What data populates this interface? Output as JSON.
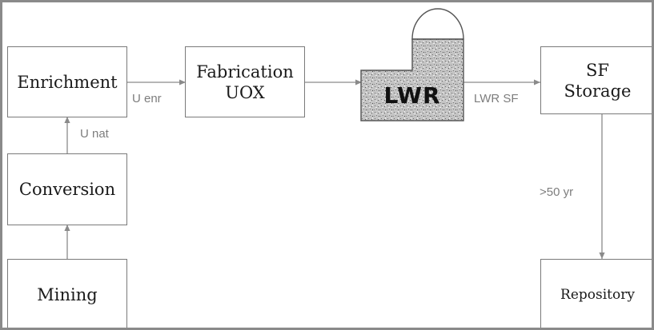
{
  "nodes": {
    "enrichment": "Enrichment",
    "conversion": "Conversion",
    "mining": "Mining",
    "fabrication_line1": "Fabrication",
    "fabrication_line2": "UOX",
    "reactor": "LWR",
    "sf_storage_line1": "SF",
    "sf_storage_line2": "Storage",
    "repository": "Repository"
  },
  "flows": {
    "u_nat": "U nat",
    "u_enr": "U enr",
    "lwr_sf": "LWR SF",
    "decay_time": ">50 yr"
  },
  "colors": {
    "border": "#7a7a7a",
    "arrow": "#8a8a8a",
    "reactor_fill": "#bdbdbd",
    "flow_label": "#7d7d7d"
  }
}
